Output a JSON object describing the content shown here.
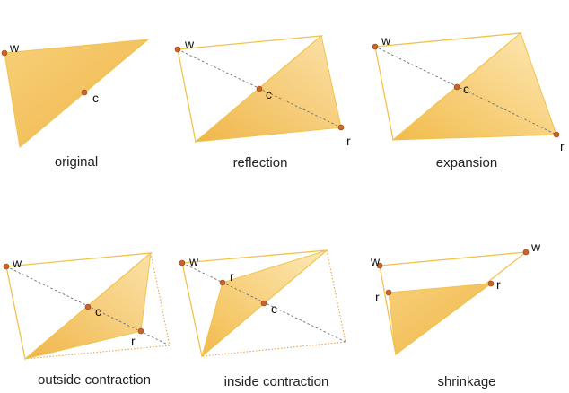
{
  "panels": [
    {
      "caption": "original",
      "labels": {
        "w": "w",
        "c": "c"
      }
    },
    {
      "caption": "reflection",
      "labels": {
        "w": "w",
        "c": "c",
        "r": "r"
      }
    },
    {
      "caption": "expansion",
      "labels": {
        "w": "w",
        "c": "c",
        "r": "r"
      }
    },
    {
      "caption": "outside contraction",
      "labels": {
        "w": "w",
        "c": "c",
        "r": "r"
      }
    },
    {
      "caption": "inside contraction",
      "labels": {
        "w": "w",
        "c": "c",
        "r": "r"
      }
    },
    {
      "caption": "shrinkage",
      "labels": {
        "w1": "w",
        "w2": "w",
        "r1": "r",
        "r2": "r"
      }
    }
  ],
  "colors": {
    "fill_light": "#fde9b6",
    "fill_dark": "#f2bb4c",
    "edge": "#f2c24e",
    "vertex": "#c8642a",
    "dashed_line": "#6b6b7a"
  }
}
